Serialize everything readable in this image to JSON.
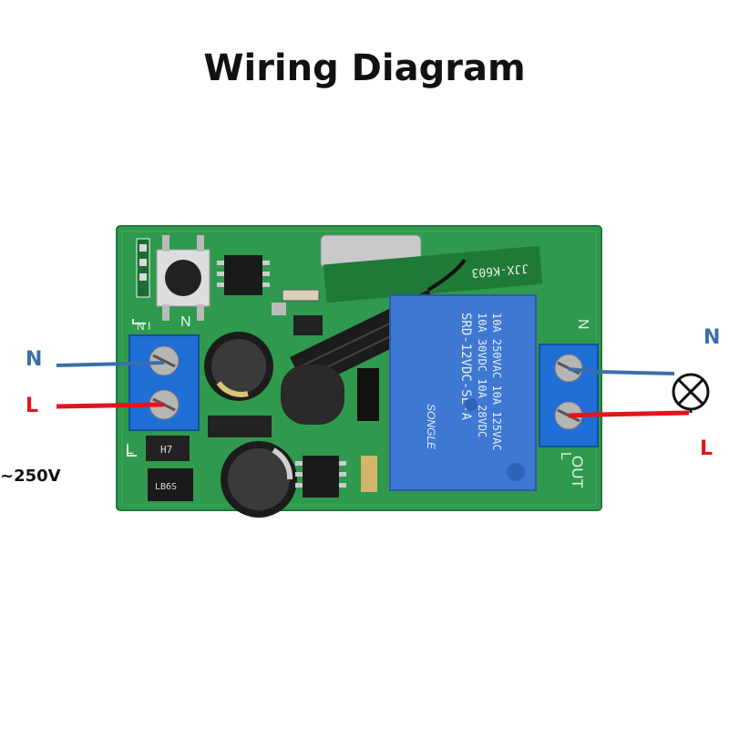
{
  "title": "Wiring Diagram",
  "labels": {
    "input_neutral": "N",
    "input_live": "L",
    "output_neutral": "N",
    "output_live": "L",
    "voltage": "~250V"
  },
  "relay": {
    "line1": "10A 250VAC 10A 125VAC",
    "line2": "10A 30VDC 10A 28VDC",
    "model": "SRD-12VDC-SL-A",
    "brand": "SONGLE"
  },
  "pcb": {
    "model_text": "JJX-K603",
    "input_marks": "N I",
    "input_n": "N",
    "input_l": "L",
    "output_n": "N",
    "output_l": "L",
    "output_label": "OUT",
    "chip_label": "H7",
    "chip2_label": "LB6S"
  },
  "colors": {
    "neutral_wire": "#3a6fa8",
    "live_wire": "#e5141b",
    "pcb_green": "#2e9a4c",
    "terminal_blue": "#1f6fd6",
    "relay_blue": "#3f78d2"
  }
}
